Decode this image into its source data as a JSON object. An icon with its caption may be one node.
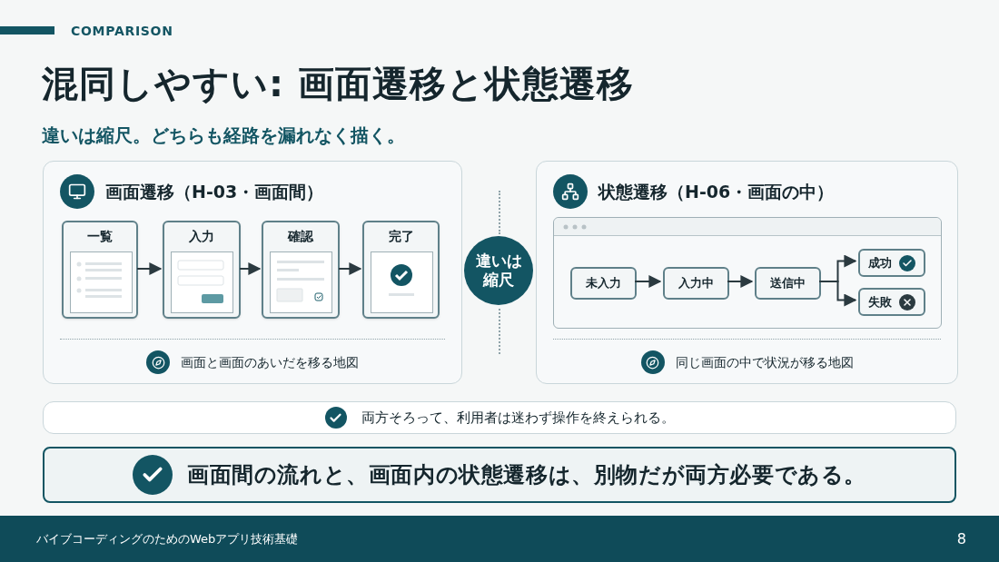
{
  "diagram": {
    "title": "混同しやすい: 画面遷移と状態遷移",
    "nodes": [
      {
        "text": [
          "画面遷移（H-03・画面間）",
          "画面と画面のあいだを移る地図"
        ]
      },
      {
        "text": [
          "一覧"
        ],
        "in": 0
      },
      {
        "text": [
          "入力"
        ],
        "in": 0
      },
      {
        "text": [
          "確認"
        ],
        "in": 0
      },
      {
        "text": [
          "完了"
        ],
        "in": 0
      },
      {
        "text": [
          "違いは縮尺"
        ]
      },
      {
        "text": [
          "状態遷移（H-06・画面の中）",
          "同じ画面の中で状況が移る地図"
        ]
      },
      {
        "text": [],
        "shape": "box",
        "in": 6
      },
      {
        "text": [
          "未入力"
        ],
        "in": 7
      },
      {
        "text": [
          "入力中"
        ],
        "in": 7
      },
      {
        "text": [
          "送信中"
        ],
        "in": 7
      },
      {
        "text": [
          "成功"
        ],
        "in": 7
      },
      {
        "text": [
          "失敗"
        ],
        "in": 7
      },
      {
        "text": [
          "両方そろって、利用者は迷わず操作を終えられる。"
        ]
      },
      {
        "text": [
          "画面間の流れと、画面内の状態遷移は、別物だが両方必要である。"
        ]
      }
    ],
    "edges": [
      {
        "from": 1,
        "to": 2,
        "arrow": "to"
      },
      {
        "from": 2,
        "to": 3,
        "arrow": "to"
      },
      {
        "from": 3,
        "to": 4,
        "arrow": "to"
      },
      {
        "from": 8,
        "to": 9,
        "arrow": "to"
      },
      {
        "from": 9,
        "to": 10,
        "arrow": "to"
      },
      {
        "from": 10,
        "to": 11,
        "arrow": "to"
      },
      {
        "from": 10,
        "to": 12,
        "arrow": "to"
      }
    ],
    "labels": [
      "COMPARISON",
      "違いは縮尺。どちらも経路を漏れなく描く。",
      "バイブコーディングのためのWebアプリ技術基礎",
      "8"
    ]
  }
}
